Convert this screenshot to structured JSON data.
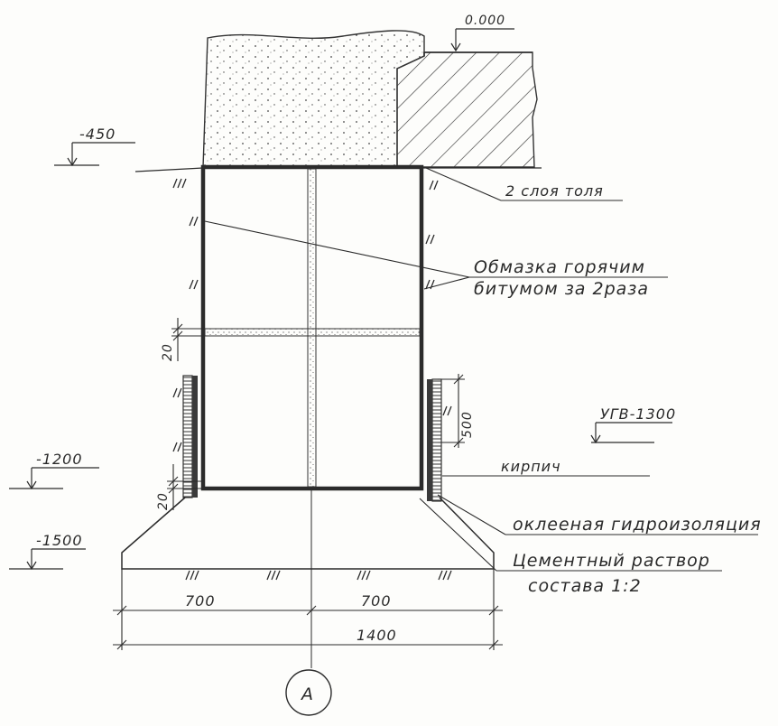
{
  "labels": {
    "elev_0": "0.000",
    "elev_450": "-450",
    "elev_1200": "-1200",
    "elev_1500": "-1500",
    "ugv": "УГВ-1300",
    "two_layers": "2 слоя толя",
    "coating_1": "Обмазка  горячим",
    "coating_2": "битумом   за  2раза",
    "brick": "кирпич",
    "waterproofing": "оклееная гидроизоляция",
    "mortar_1": "Цементный раствор",
    "mortar_2": "состава  1:2",
    "dim_700_left": "700",
    "dim_700_right": "700",
    "dim_1400": "1400",
    "dim_20_top": "20",
    "dim_20_bottom": "20",
    "dim_500": "500",
    "axis": "А"
  }
}
